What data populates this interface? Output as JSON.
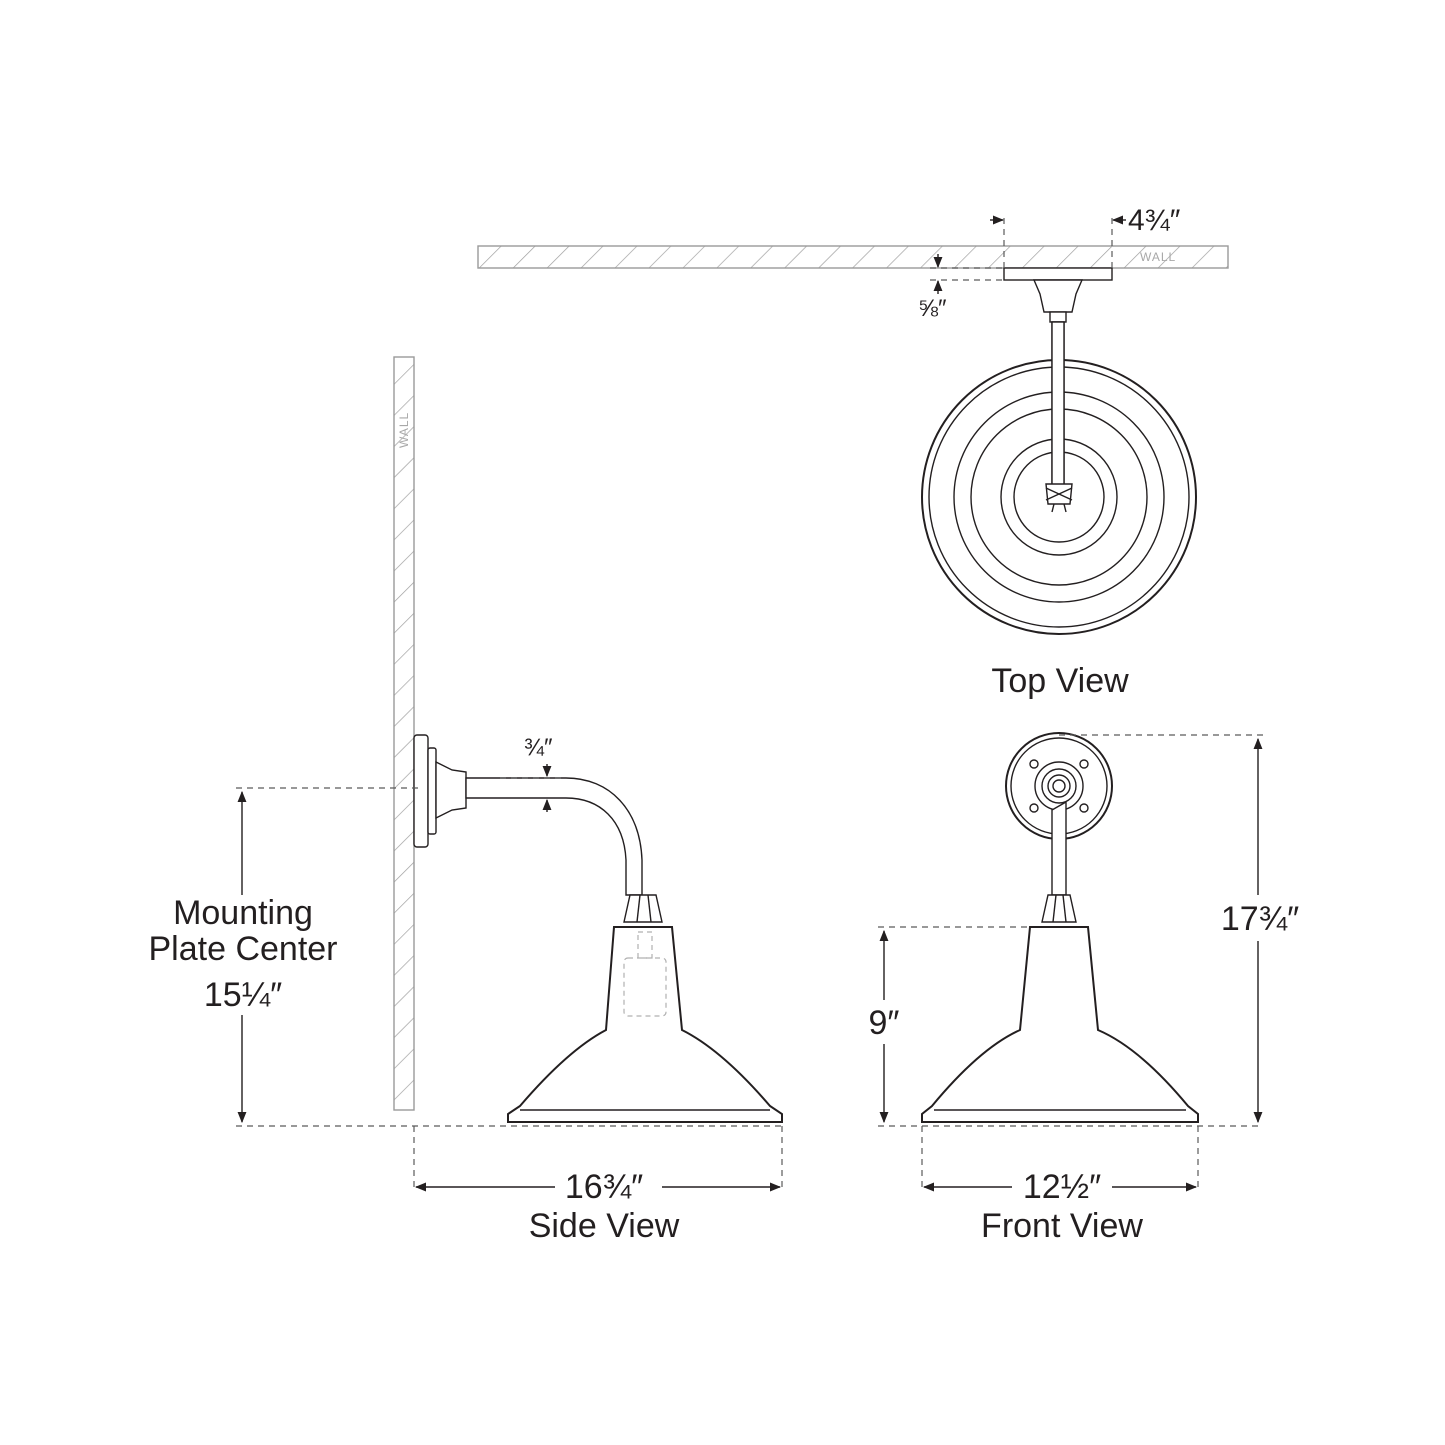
{
  "labels": {
    "wall_top": "WALL",
    "wall_side": "WALL",
    "top_view": "Top View",
    "side_view": "Side View",
    "front_view": "Front View",
    "mounting_line1": "Mounting",
    "mounting_line2": "Plate Center"
  },
  "dimensions": {
    "top_plate_width": "4¾″",
    "top_projection": "⅝″",
    "arm_diameter": "¾″",
    "mounting_height": "15¼″",
    "side_extension": "16¾″",
    "front_width": "12½″",
    "shade_height": "9″",
    "overall_height": "17¾″"
  },
  "colors": {
    "line": "#231f20",
    "hatch": "#9a9a9a",
    "dimension": "#5a5a5a",
    "background": "#ffffff"
  }
}
